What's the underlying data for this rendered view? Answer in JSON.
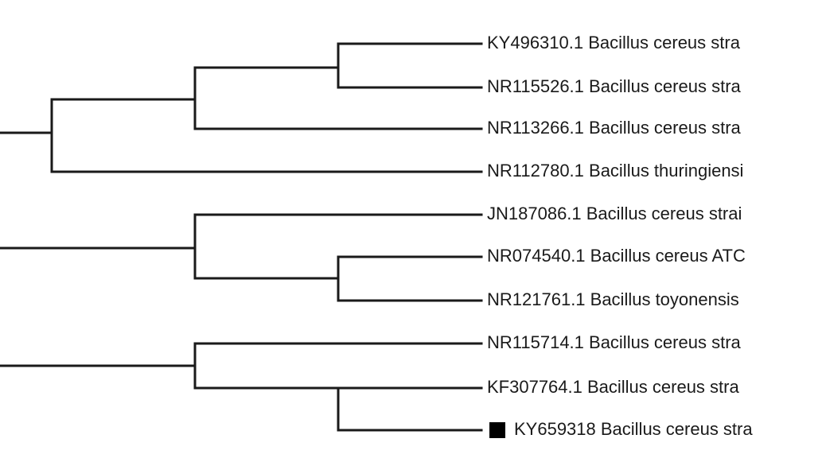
{
  "tree": {
    "leaves": [
      {
        "label": "KY496310.1 Bacillus cereus stra"
      },
      {
        "label": "NR115526.1 Bacillus cereus stra"
      },
      {
        "label": "NR113266.1 Bacillus cereus stra"
      },
      {
        "label": "NR112780.1 Bacillus thuringiensi"
      },
      {
        "label": "JN187086.1 Bacillus cereus strai"
      },
      {
        "label": "NR074540.1 Bacillus cereus ATC"
      },
      {
        "label": "NR121761.1 Bacillus toyonensis"
      },
      {
        "label": "NR115714.1 Bacillus cereus stra"
      },
      {
        "label": "KF307764.1 Bacillus cereus stra"
      },
      {
        "label": "KY659318 Bacillus cereus stra",
        "marker": "filled-square"
      }
    ],
    "branch_color": "#1a1a1a",
    "label_color": "#1a1a1a"
  }
}
